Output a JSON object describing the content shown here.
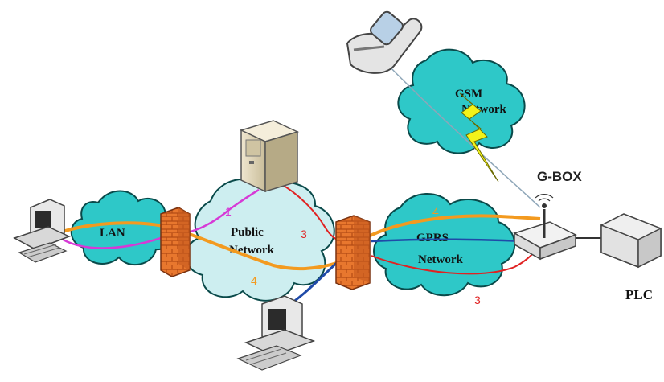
{
  "labels": {
    "lan": "LAN",
    "public_network_1": "Public",
    "public_network_2": "Network",
    "gprs_network_1": "GPRS",
    "gprs_network_2": "Network",
    "gsm_network_1": "GSM",
    "gsm_network_2": "Network",
    "gbox": "G-BOX",
    "plc": "PLC"
  },
  "path_numbers": {
    "one": "1",
    "three_a": "3",
    "three_b": "3",
    "four_a": "4",
    "four_b": "4"
  },
  "colors": {
    "cloud": "#2ec8c8",
    "cloud_light": "#cdeef0",
    "cloud_outline": "#0a4a4a",
    "orange_link": "#f39a1f",
    "magenta_link": "#d63ad6",
    "red_link": "#e02222",
    "blue_link": "#1f4aa8",
    "firewall": "#e8772e",
    "lightning": "#f3f31a"
  }
}
